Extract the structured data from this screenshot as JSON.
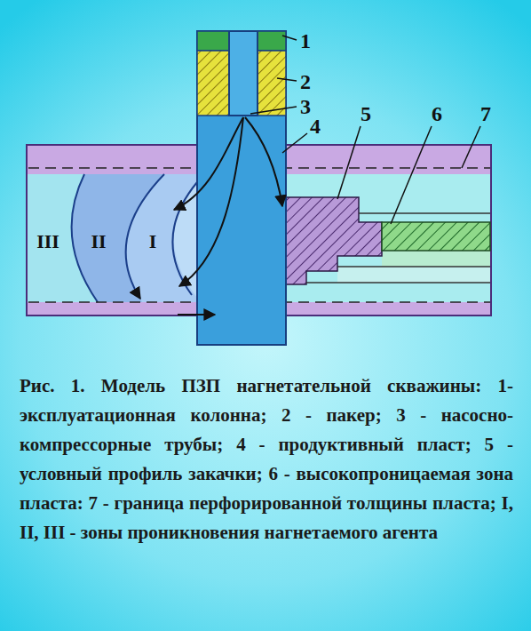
{
  "diagram": {
    "caption": "Рис. 1. Модель ПЗП нагнетательной скважины: 1- эксплуатационная колонна; 2 - пакер; 3 - насосно-компрессорные трубы; 4 - продуктивный пласт; 5 - условный профиль закачки; 6 - высокопроницаемая зона пласта: 7 - граница перфорированной толщины пласта; I, II, III - зоны проникновения нагнетаемого агента",
    "labels": [
      "1",
      "2",
      "3",
      "4",
      "5",
      "6",
      "7",
      "III",
      "II",
      "I"
    ]
  }
}
